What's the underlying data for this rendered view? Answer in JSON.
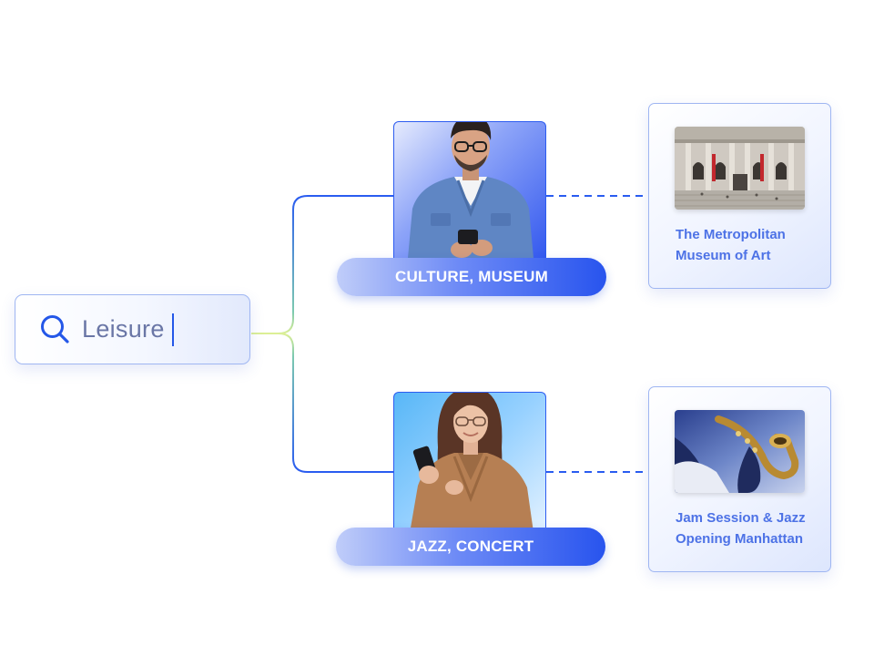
{
  "search": {
    "query": "Leisure",
    "icon": "search-icon"
  },
  "categories": [
    {
      "id": "museum",
      "label": "CULTURE, MUSEUM"
    },
    {
      "id": "jazz",
      "label": "JAZZ, CONCERT"
    }
  ],
  "results": [
    {
      "id": "museum",
      "title_line1": "The Metropolitan",
      "title_line2": "Museum of Art"
    },
    {
      "id": "jazz",
      "title_line1": "Jam Session & Jazz",
      "title_line2": "Opening Manhattan"
    }
  ],
  "colors": {
    "accent": "#2d5cf0",
    "connector": "#2a5cf0",
    "connector_fork": "#d9ef9a",
    "result_title": "#4d72e6",
    "search_text": "#6a76a6"
  }
}
